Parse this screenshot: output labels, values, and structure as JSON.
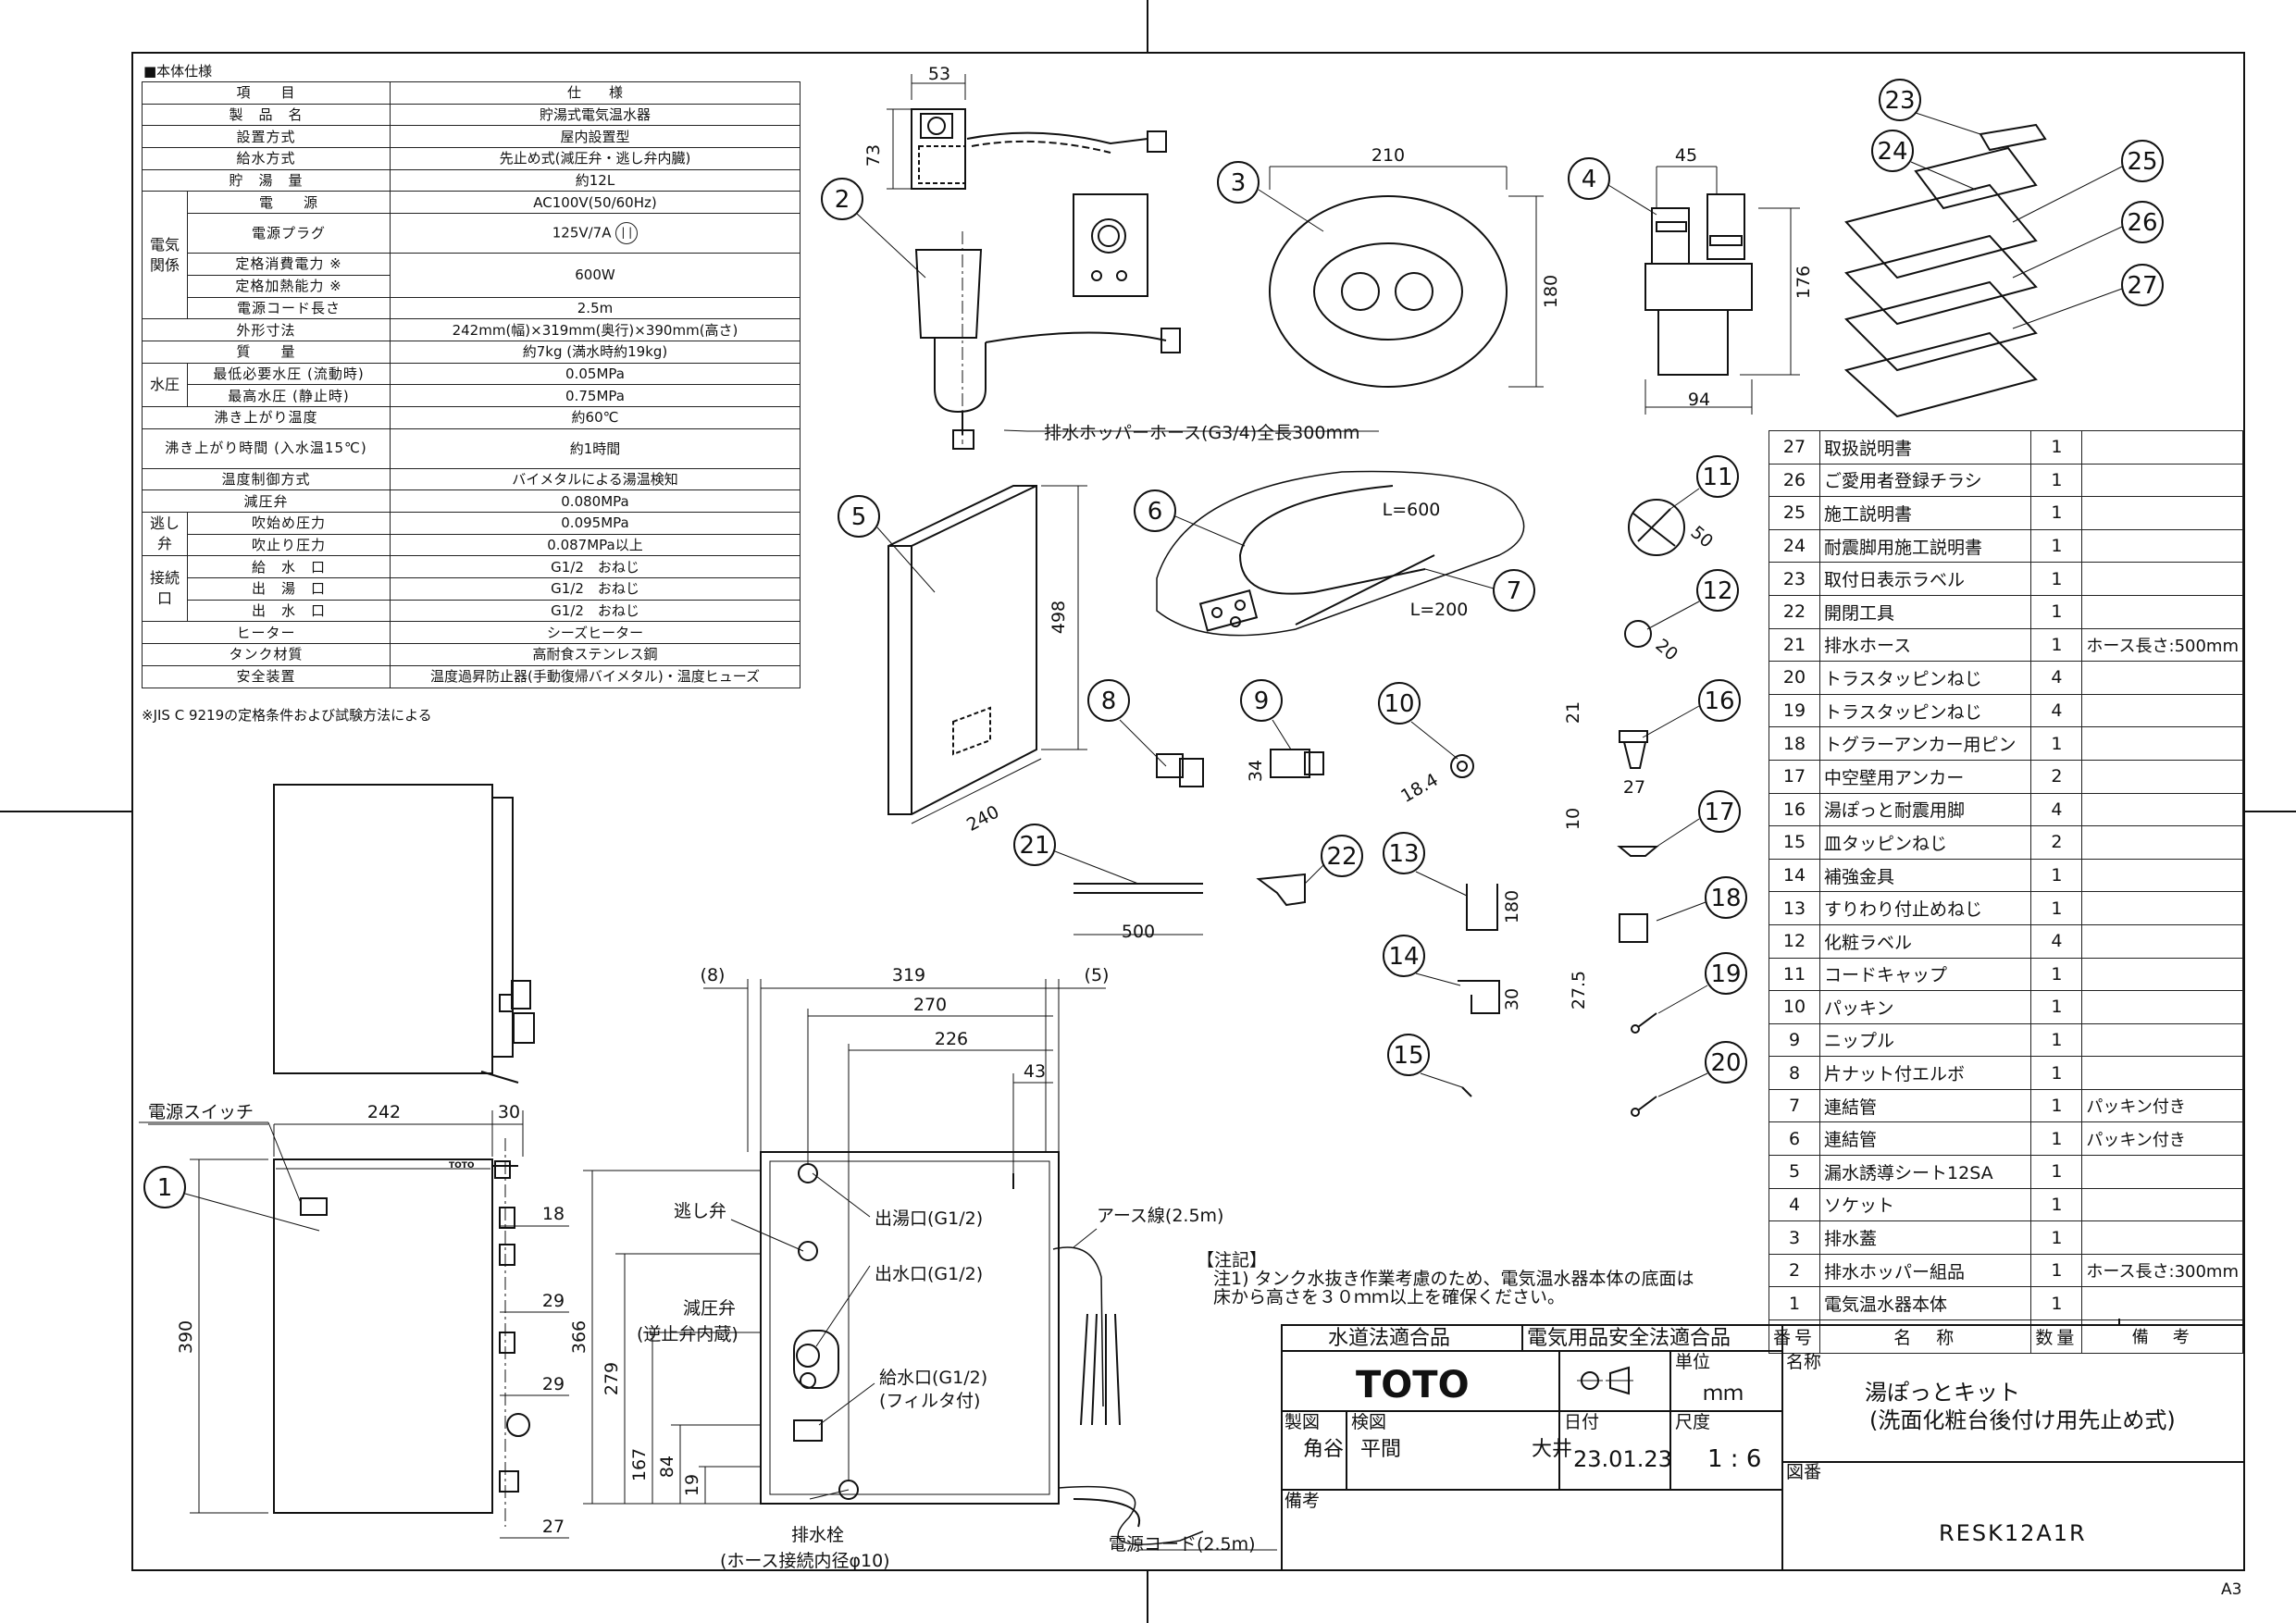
{
  "spec": {
    "title": "■本体仕様",
    "rows": [
      {
        "group": "",
        "item": "項　　目",
        "value": "仕　　様"
      },
      {
        "group": "",
        "item": "製　品　名",
        "value": "貯湯式電気温水器"
      },
      {
        "group": "",
        "item": "設置方式",
        "value": "屋内設置型"
      },
      {
        "group": "",
        "item": "給水方式",
        "value": "先止め式(減圧弁・逃し弁内臓)"
      },
      {
        "group": "",
        "item": "貯　湯　量",
        "value": "約12L"
      },
      {
        "group": "電気関係",
        "item": "電　　源",
        "value": "AC100V(50/60Hz)"
      },
      {
        "group": "",
        "item": "電源プラグ",
        "value": "125V/7A"
      },
      {
        "group": "",
        "item": "定格消費電力 ※",
        "value": "600W"
      },
      {
        "group": "",
        "item": "定格加熱能力 ※",
        "value": ""
      },
      {
        "group": "",
        "item": "電源コード長さ",
        "value": "2.5m"
      },
      {
        "group": "",
        "item": "外形寸法",
        "value": "242mm(幅)×319mm(奥行)×390mm(高さ)"
      },
      {
        "group": "",
        "item": "質　　量",
        "value": "約7kg (満水時約19kg)"
      },
      {
        "group": "水圧",
        "item": "最低必要水圧 (流動時)",
        "value": "0.05MPa"
      },
      {
        "group": "",
        "item": "最高水圧 (静止時)",
        "value": "0.75MPa"
      },
      {
        "group": "",
        "item": "沸き上がり温度",
        "value": "約60℃"
      },
      {
        "group": "",
        "item": "沸き上がり時間 (入水温15℃)",
        "value": "約1時間"
      },
      {
        "group": "",
        "item": "温度制御方式",
        "value": "バイメタルによる湯温検知"
      },
      {
        "group": "",
        "item": "減圧弁",
        "value": "0.080MPa"
      },
      {
        "group": "逃し弁",
        "item": "吹始め圧力",
        "value": "0.095MPa"
      },
      {
        "group": "",
        "item": "吹止り圧力",
        "value": "0.087MPa以上"
      },
      {
        "group": "接続口",
        "item": "給　水　口",
        "value": "G1/2　おねじ"
      },
      {
        "group": "",
        "item": "出　湯　口",
        "value": "G1/2　おねじ"
      },
      {
        "group": "",
        "item": "出　水　口",
        "value": "G1/2　おねじ"
      },
      {
        "group": "",
        "item": "ヒーター",
        "value": "シーズヒーター"
      },
      {
        "group": "",
        "item": "タンク材質",
        "value": "高耐食ステンレス鋼"
      },
      {
        "group": "",
        "item": "安全装置",
        "value": "温度過昇防止器(手動復帰バイメタル)・温度ヒューズ"
      }
    ],
    "note": "※JIS C 9219の定格条件および試験方法による"
  },
  "parts": {
    "header": {
      "no": "番号",
      "name": "名　称",
      "qty": "数量",
      "remark": "備　考"
    },
    "items": [
      {
        "no": "27",
        "name": "取扱説明書",
        "qty": "1",
        "remark": ""
      },
      {
        "no": "26",
        "name": "ご愛用者登録チラシ",
        "qty": "1",
        "remark": ""
      },
      {
        "no": "25",
        "name": "施工説明書",
        "qty": "1",
        "remark": ""
      },
      {
        "no": "24",
        "name": "耐震脚用施工説明書",
        "qty": "1",
        "remark": ""
      },
      {
        "no": "23",
        "name": "取付日表示ラベル",
        "qty": "1",
        "remark": ""
      },
      {
        "no": "22",
        "name": "開閉工具",
        "qty": "1",
        "remark": ""
      },
      {
        "no": "21",
        "name": "排水ホース",
        "qty": "1",
        "remark": "ホース長さ:500mm"
      },
      {
        "no": "20",
        "name": "トラスタッピンねじ",
        "qty": "4",
        "remark": ""
      },
      {
        "no": "19",
        "name": "トラスタッピンねじ",
        "qty": "4",
        "remark": ""
      },
      {
        "no": "18",
        "name": "トグラーアンカー用ピン",
        "qty": "1",
        "remark": ""
      },
      {
        "no": "17",
        "name": "中空壁用アンカー",
        "qty": "2",
        "remark": ""
      },
      {
        "no": "16",
        "name": "湯ぽっと耐震用脚",
        "qty": "4",
        "remark": ""
      },
      {
        "no": "15",
        "name": "皿タッピンねじ",
        "qty": "2",
        "remark": ""
      },
      {
        "no": "14",
        "name": "補強金具",
        "qty": "1",
        "remark": ""
      },
      {
        "no": "13",
        "name": "すりわり付止めねじ",
        "qty": "1",
        "remark": ""
      },
      {
        "no": "12",
        "name": "化粧ラベル",
        "qty": "4",
        "remark": ""
      },
      {
        "no": "11",
        "name": "コードキャップ",
        "qty": "1",
        "remark": ""
      },
      {
        "no": "10",
        "name": "パッキン",
        "qty": "1",
        "remark": ""
      },
      {
        "no": "9",
        "name": "ニップル",
        "qty": "1",
        "remark": ""
      },
      {
        "no": "8",
        "name": "片ナット付エルボ",
        "qty": "1",
        "remark": ""
      },
      {
        "no": "7",
        "name": "連結管",
        "qty": "1",
        "remark": "パッキン付き"
      },
      {
        "no": "6",
        "name": "連結管",
        "qty": "1",
        "remark": "パッキン付き"
      },
      {
        "no": "5",
        "name": "漏水誘導シート12SA",
        "qty": "1",
        "remark": ""
      },
      {
        "no": "4",
        "name": "ソケット",
        "qty": "1",
        "remark": ""
      },
      {
        "no": "3",
        "name": "排水蓋",
        "qty": "1",
        "remark": ""
      },
      {
        "no": "2",
        "name": "排水ホッパー組品",
        "qty": "1",
        "remark": "ホース長さ:300mm"
      },
      {
        "no": "1",
        "name": "電気温水器本体",
        "qty": "1",
        "remark": ""
      }
    ]
  },
  "drawing": {
    "dims": {
      "d53": "53",
      "d73": "73",
      "d210": "210",
      "d180": "180",
      "d45": "45",
      "d176": "176",
      "d94": "94",
      "d498": "498",
      "d240": "240",
      "dL600": "L=600",
      "dL200": "L=200",
      "d50": "50",
      "d20": "20",
      "d34": "34",
      "d18_4": "18.4",
      "d21": "21",
      "d27": "27",
      "d10": "10",
      "d180b": "180",
      "d27_5": "27.5",
      "d30": "30",
      "d500": "500",
      "d8": "(8)",
      "d319": "319",
      "d5": "(5)",
      "d270": "270",
      "d226": "226",
      "d43": "43",
      "d242": "242",
      "d30b": "30",
      "d18": "18",
      "d29": "29",
      "d29b": "29",
      "d27b": "27",
      "d390": "390",
      "d366": "366",
      "d279": "279",
      "d167": "167",
      "d84": "84",
      "d19": "19"
    },
    "callouts": [
      "1",
      "2",
      "3",
      "4",
      "5",
      "6",
      "7",
      "8",
      "9",
      "10",
      "11",
      "12",
      "13",
      "14",
      "15",
      "16",
      "17",
      "18",
      "19",
      "20",
      "21",
      "22",
      "23",
      "24",
      "25",
      "26",
      "27"
    ],
    "labels": {
      "hopper_hose": "排水ホッパーホース(G3/4)全長300mm",
      "power_switch": "電源スイッチ",
      "relief_valve": "逃し弁",
      "hot_outlet": "出湯口(G1/2)",
      "water_outlet": "出水口(G1/2)",
      "reducing_valve": "減圧弁",
      "reducing_valve_sub": "(逆止弁内蔵)",
      "inlet": "給水口(G1/2)",
      "inlet_sub": "(フィルタ付)",
      "drain_plug": "排水栓",
      "drain_plug_sub": "(ホース接続内径φ10)",
      "earth_wire": "アース線(2.5m)",
      "power_cord": "電源コード(2.5m)",
      "logo": "TOTO"
    },
    "notes": {
      "title": "【注記】",
      "line1": "注1) タンク水抜き作業考慮のため、電気温水器本体の底面は",
      "line2": "床から高さを３０ｍｍ以上を確保ください。"
    }
  },
  "title_block": {
    "water_cert": "水道法適合品",
    "elec_cert": "電気用品安全法適合品",
    "logo": "TOTO",
    "unit_label": "単位",
    "unit_value": "ｍｍ",
    "name_label": "名称",
    "product_name": "湯ぽっとキット",
    "product_sub": "(洗面化粧台後付け用先止め式)",
    "drawn_label": "製図",
    "drawn_by": "角谷",
    "checked_label": "検図",
    "checked_by": "平間",
    "approved_by": "大井",
    "date_label": "日付",
    "date": "23.01.23",
    "scale_label": "尺度",
    "scale": "1 : 6",
    "drawing_no_label": "図番",
    "drawing_no": "RESK12A1R",
    "remarks_label": "備考",
    "sheet_size": "A3"
  }
}
